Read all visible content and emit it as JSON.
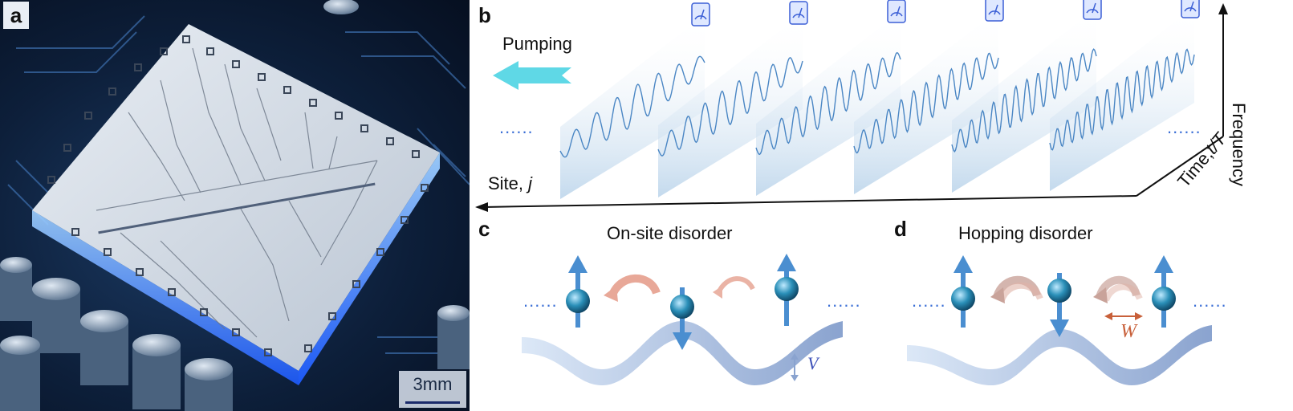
{
  "panels": {
    "a": {
      "letter": "a",
      "scale_label": "3mm"
    },
    "b": {
      "letter": "b",
      "pumping_label": "Pumping",
      "site_axis_label": "Site, ",
      "site_axis_var": "j",
      "time_axis_label": "Time,",
      "time_axis_var": "t/T",
      "frequency_axis_label": "Frequency",
      "ellipsis": "......",
      "slice_count": 6
    },
    "c": {
      "letter": "c",
      "title": "On-site disorder",
      "ellipsis": "......",
      "param": "V"
    },
    "d": {
      "letter": "d",
      "title": "Hopping disorder",
      "ellipsis": "......",
      "param": "W"
    }
  },
  "colors": {
    "accent_blue": "#3b6fd6",
    "pump_cyan": "#5fd8e6",
    "hop_orange": "#c8603a",
    "sphere": "#2a8fb8"
  }
}
